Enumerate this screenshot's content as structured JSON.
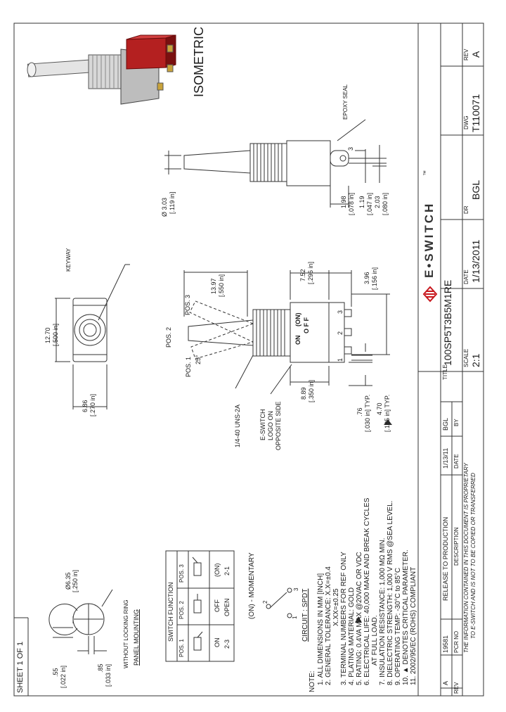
{
  "sheet": "SHEET 1 OF 1",
  "views": {
    "isometric": "ISOMETRIC",
    "epoxy_seal": "EPOXY SEAL",
    "keyway": "KEYWAY",
    "panel_mounting": "PANEL MOUNTING",
    "without_locking_ring": "WITHOUT LOCKING RING",
    "switch_marking": [
      "(ON)",
      "O F F",
      "ON"
    ]
  },
  "dims": {
    "d_303": "Ø 3.03",
    "d_303_in": "[.119 in]",
    "d_198": "1.98",
    "d_198_in": "[.078 in]",
    "d_119": "1.19",
    "d_119_in": "[.047 in]",
    "d_203": "2.03",
    "d_203_in": "[.080 in]",
    "d_3": "3",
    "d_1270": "12.70",
    "d_1270_in": "[.500 in]",
    "d_686": "6.86",
    "d_686_in": "[.270 in]",
    "d_1397": "13.97",
    "d_1397_in": "[.550 in]",
    "d_752": "7.52",
    "d_752_in": "[.296 in]",
    "d_396": "3.96",
    "d_396_in": "[.156 in]",
    "d_889": "8.89",
    "d_889_in": "[.350 in]",
    "d_76": ".76",
    "d_76_in": "[.030 in] TYP.",
    "d_470": "4.70",
    "d_470_in": "[.185 in] TYP.",
    "d_635": "Ø6.35",
    "d_635_in": "[.250 in]",
    "d_55": ".55",
    "d_55_in": "[.022 in]",
    "d_85": ".85",
    "d_85_in": "[.033 in]",
    "pos2": "POS. 2",
    "pos1": "POS. 1",
    "pos3": "POS. 3",
    "angle": "25°",
    "thread": "1/4-40 UNS-2A",
    "logo": [
      "E-SWITCH",
      "LOGO ON",
      "OPPOSITE SIDE"
    ],
    "pin1": "1",
    "pin2": "2",
    "pin3": "3"
  },
  "switch_function": {
    "title": "SWITCH FUNCTION",
    "headers": [
      "POS. 1",
      "POS. 2",
      "POS. 3"
    ],
    "values": [
      "ON",
      "OFF",
      "(ON)"
    ],
    "connections": [
      "2-3",
      "OPEN",
      "2-1"
    ]
  },
  "circuit": {
    "title": "CIRCUIT : SPDT",
    "momentary": "(ON) - MOMENTARY",
    "pins": [
      "2",
      "1",
      "3"
    ]
  },
  "notes": {
    "heading": "NOTE:",
    "items": [
      "1. ALL DIMENSIONS IN MM [INCH]",
      "2. GENERAL TOLERANCE: X.X=±0.4",
      "X.XX=±0.25",
      "3. TERMINAL NUMBERS FOR REF ONLY",
      "4. PLATING MATERIAL: GOLD",
      "5. RATING: 0.4VA MAX @20VAC OR VDC",
      "6. ELECTRICAL LIFE: 40,000 MAKE AND BREAK CYCLES",
      "AT FULL LOAD.",
      "7. INSULATION RESISTANCE: 1,000 MΩ MIN.",
      "8. DIELECTRIC STRENGTH: 1,000 V RMS @SEA LEVEL.",
      "9. OPERATING TEMP: -30°C to 85°C",
      "10. ▲ DENOTES CRITICAL PARAMETER.",
      "11. 2002/95/EC (ROHS) COMPLIANT"
    ]
  },
  "revision_block": {
    "rev": "A",
    "pcr": "19581",
    "description": "RELEASE TO PRODUCTION",
    "date": "1/13/11",
    "by": "BGL",
    "headers": [
      "REV",
      "PCR NO",
      "DESCRIPTION",
      "DATE",
      "BY"
    ],
    "proprietary": [
      "THE INFORMATION CONTAINED IN THIS DOCUMENT IS PROPRIETARY",
      "TO E-SWITCH AND IS NOT TO BE COPIED OR TRANSFERRED"
    ]
  },
  "title_block": {
    "title_label": "TITLE",
    "title": "100SP5T3B5M1RE",
    "scale_label": "SCALE",
    "scale": "2:1",
    "date_label": "DATE",
    "date": "1/13/2011",
    "dr_label": "DR",
    "dr": "BGL",
    "dwg_label": "DWG",
    "dwg": "T110071",
    "rev_label": "REV",
    "rev": "A",
    "brand": "E•SWITCH",
    "brand_mark": "™"
  },
  "colors": {
    "line": "#333333",
    "switch_red": "#b42020",
    "switch_red_dark": "#7a1010",
    "brand_red": "#c8181e"
  }
}
